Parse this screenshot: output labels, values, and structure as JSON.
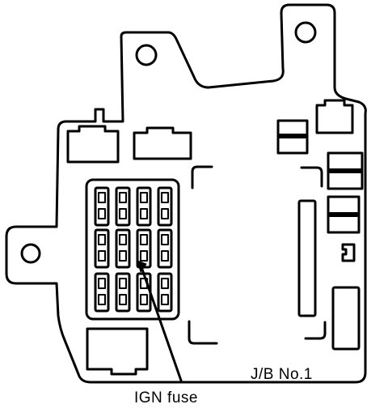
{
  "diagram": {
    "panel_label": "J/B No.1",
    "callout_label": "IGN fuse",
    "fuse_grid": {
      "columns": 4,
      "rows": 3
    }
  },
  "colors": {
    "line": "#000000",
    "background": "#ffffff"
  }
}
